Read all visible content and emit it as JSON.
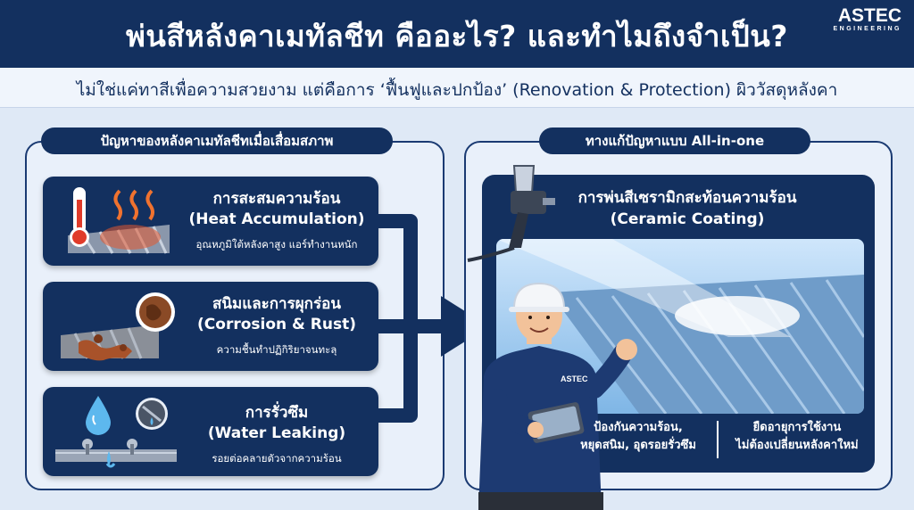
{
  "header": {
    "title": "พ่นสีหลังคาเมทัลชีท คืออะไร? และทำไมถึงจำเป็น?",
    "subtitle": "ไม่ใช่แค่ทาสีเพื่อความสวยงาม แต่คือการ ‘ฟื้นฟูและปกป้อง’ (Renovation & Protection) ผิววัสดุหลังคา",
    "logo_text": "ASTEC",
    "logo_sub": "ENGINEERING"
  },
  "problems": {
    "label": "ปัญหาของหลังคาเมทัลชีทเมื่อเสื่อมสภาพ",
    "items": [
      {
        "title_th": "การสะสมความร้อน",
        "title_en": "(Heat Accumulation)",
        "desc": "อุณหภูมิใต้หลังคาสูง แอร์ทำงานหนัก",
        "icon": "thermometer-heat-icon"
      },
      {
        "title_th": "สนิมและการผุกร่อน",
        "title_en": "(Corrosion & Rust)",
        "desc": "ความชื้นทำปฏิกิริยาจนทะลุ",
        "icon": "rust-icon"
      },
      {
        "title_th": "การรั่วซึม",
        "title_en": "(Water Leaking)",
        "desc": "รอยต่อคลายตัวจากความร้อน",
        "icon": "water-drop-icon"
      }
    ]
  },
  "solution": {
    "label": "ทางแก้ปัญหาแบบ All-in-one",
    "title_th": "การพ่นสีเซรามิกสะท้อนความร้อน",
    "title_en": "(Ceramic Coating)",
    "benefits": [
      {
        "line1": "ป้องกันความร้อน,",
        "line2": "หยุดสนิม, อุดรอยรั่วซึม"
      },
      {
        "line1": "ยืดอายุการใช้งาน",
        "line2": "ไม่ต้องเปลี่ยนหลังคาใหม่"
      }
    ],
    "shirt_logo": "ASTEC"
  },
  "colors": {
    "navy": "#13305f",
    "background": "#dfe9f6",
    "accent_blue": "#3a8fd9",
    "rust": "#a8522a",
    "heat": "#e4572e"
  }
}
